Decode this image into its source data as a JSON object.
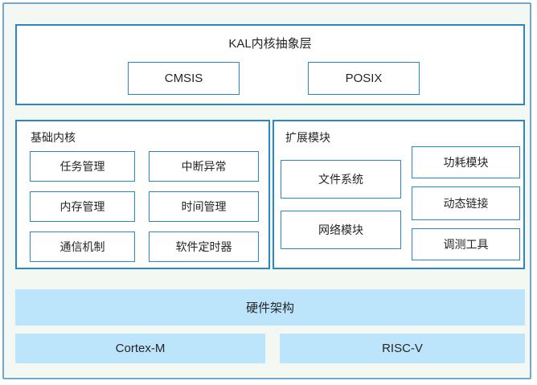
{
  "diagram": {
    "kal": {
      "title": "KAL内核抽象层",
      "items": [
        "CMSIS",
        "POSIX"
      ]
    },
    "basic_kernel": {
      "title": "基础内核",
      "modules": [
        "任务管理",
        "中断异常",
        "内存管理",
        "时间管理",
        "通信机制",
        "软件定时器"
      ]
    },
    "extension": {
      "title": "扩展模块",
      "left_modules": [
        "文件系统",
        "网络模块"
      ],
      "right_modules": [
        "功耗模块",
        "动态链接",
        "调测工具"
      ]
    },
    "hardware": {
      "title": "硬件架构",
      "architectures": [
        "Cortex-M",
        "RISC-V"
      ]
    },
    "colors": {
      "box_border_blue": "#2b87c8",
      "frame_border_blue": "#72a7d3",
      "light_blue_fill": "#bce5fb",
      "frame_background": "#f4f8f3"
    }
  }
}
